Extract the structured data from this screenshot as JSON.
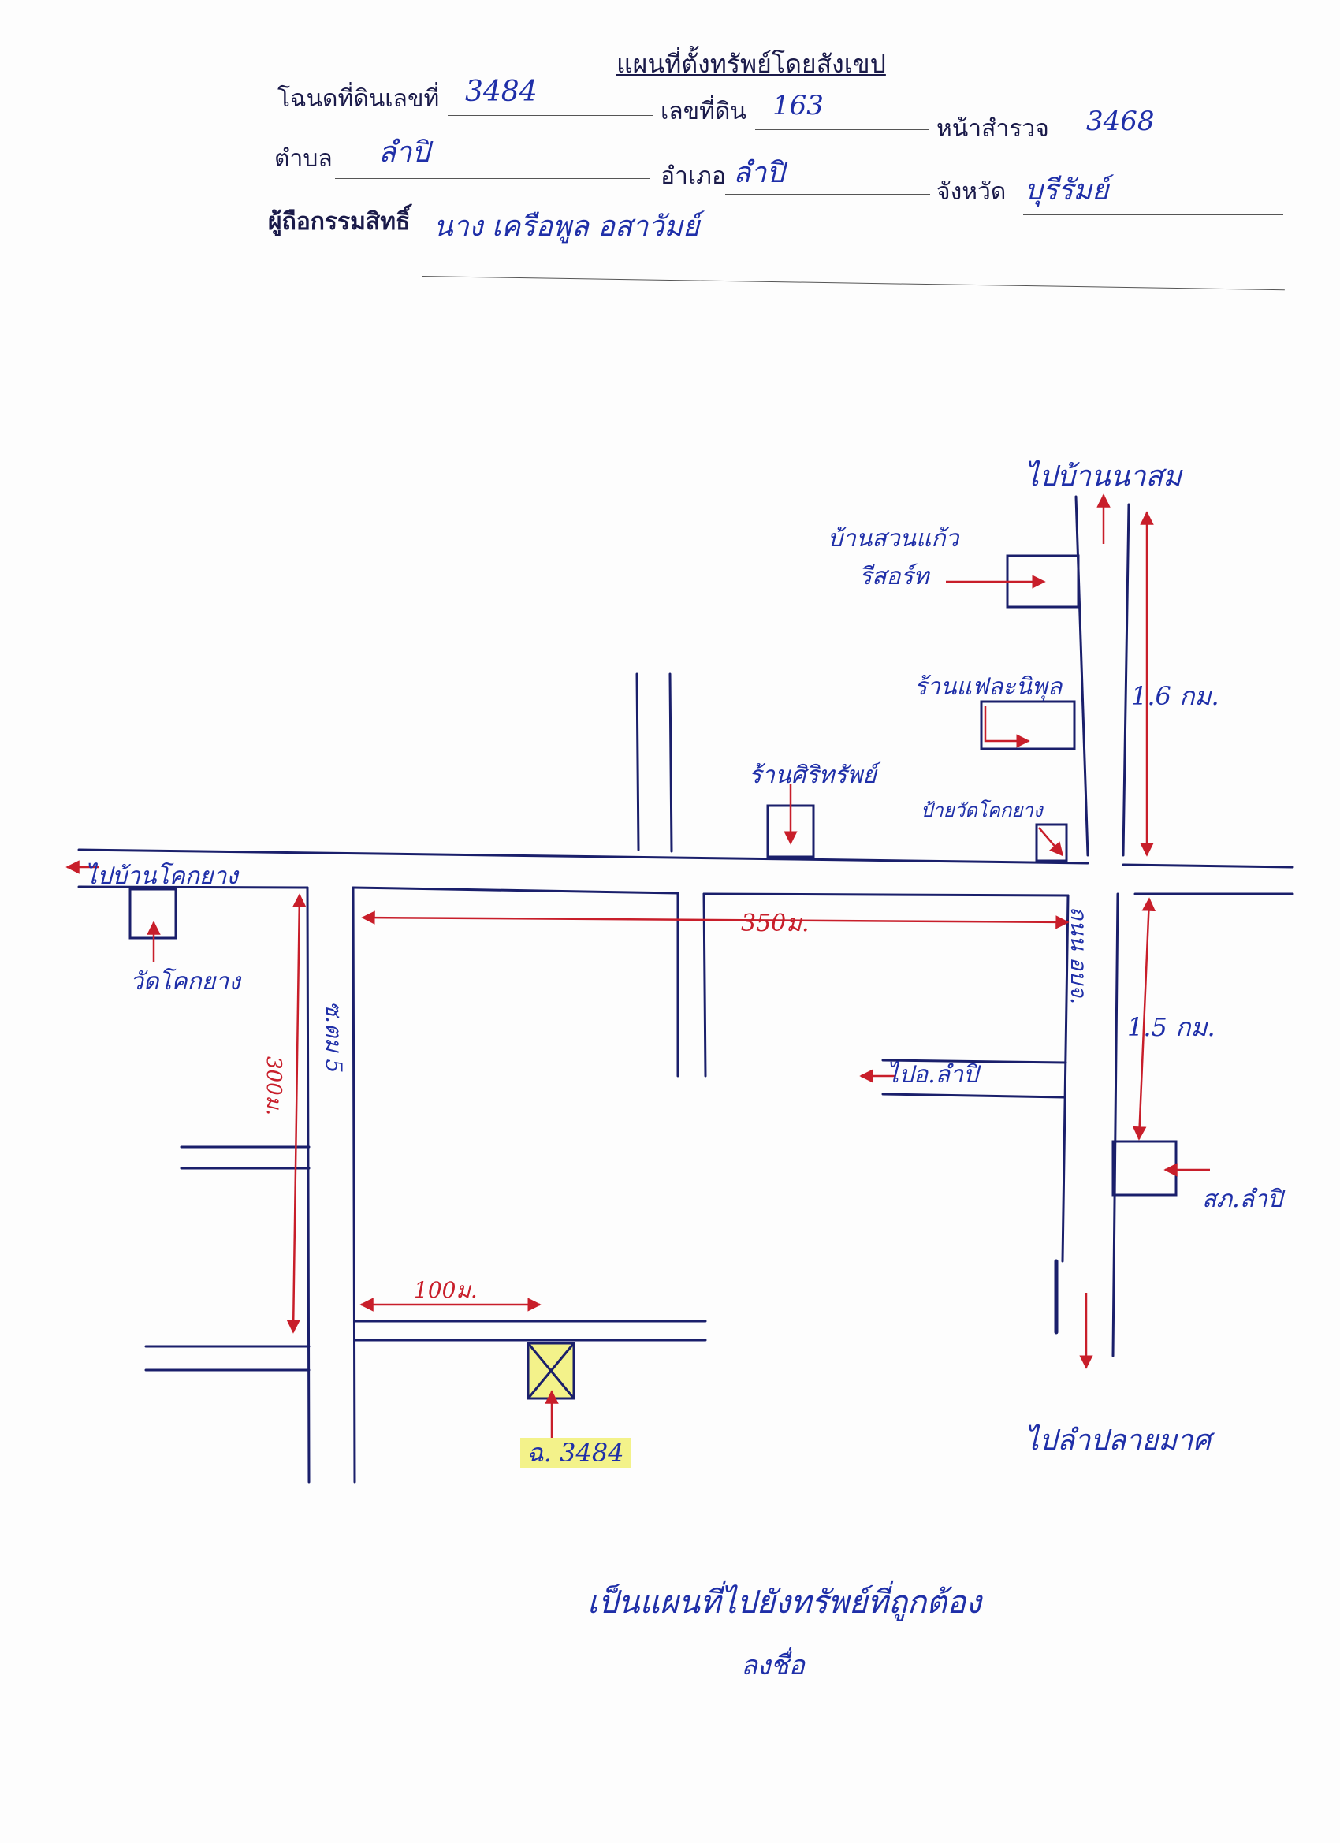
{
  "header": {
    "title": "แผนที่ตั้งทรัพย์โดยสังเขป",
    "deed_label": "โฉนดที่ดินเลขที่",
    "deed_no": "3484",
    "land_no_label": "เลขที่ดิน",
    "land_no": "163",
    "survey_page_label": "หน้าสำรวจ",
    "survey_page": "3468",
    "subdistrict_label": "ตำบล",
    "subdistrict": "ลำปิ",
    "district_label": "อำเภอ",
    "district": "ลำปิ",
    "province_label": "จังหวัด",
    "province": "บุรีรัมย์",
    "owner_label": "ผู้ถือกรรมสิทธิ์",
    "owner": "นาง เครือพูล อสาวัมย์"
  },
  "map": {
    "to_north": "ไปบ้านนาสม",
    "to_west": "ไปบ้านโคกยาง",
    "to_east_south": "ไปลำปลายมาศ",
    "to_lampi": "ไปอ.ลำปิ",
    "landmarks": {
      "ban_suan_kaew": "บ้านสวนแก้ว",
      "resort": "รีสอร์ท",
      "shop_fah": "ร้านแฟละนิพุล",
      "shop_siri": "ร้านศิริทรัพย์",
      "wat_sign": "ป้ายวัดโคกยาง",
      "wat_khok_yang": "วัดโคกยาง",
      "police": "สภ.ลำปิ",
      "parcel": "ฉ. 3484"
    },
    "roads": {
      "soi_5": "ซ.ตม 5",
      "main_road": "ถนน อบจ."
    },
    "distances": {
      "north": "1.6 กม.",
      "south": "1.5 กม.",
      "top": "350ม.",
      "left": "300ม.",
      "bottom": "100ม."
    }
  },
  "footer": {
    "note": "เป็นแผนที่ไปยังทรัพย์ที่ถูกต้อง",
    "signature": "ลงชื่อ"
  },
  "colors": {
    "ink_blue": "#1f2fa8",
    "road_ink": "#1a1f6b",
    "arrow_red": "#c81e2a",
    "highlight": "#f3f28a"
  }
}
